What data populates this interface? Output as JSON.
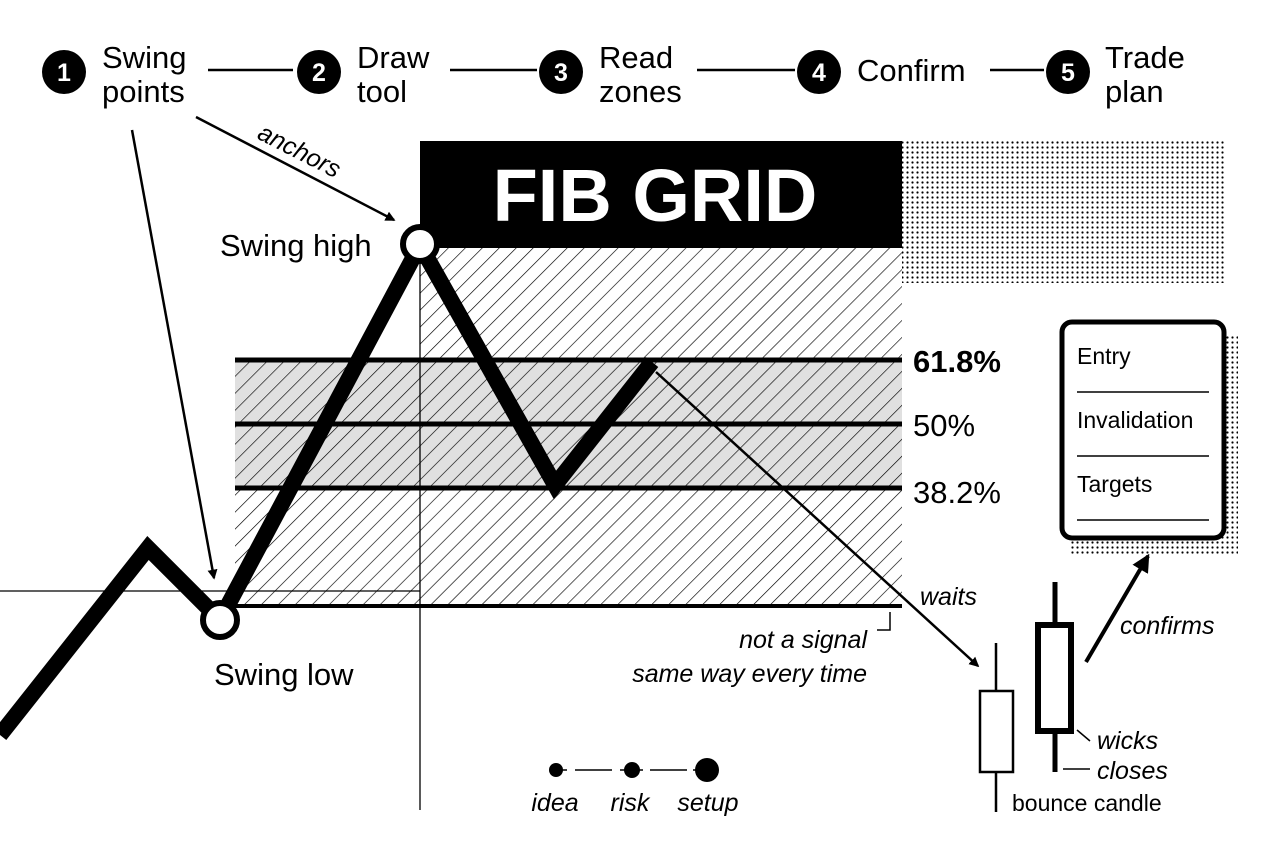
{
  "steps": [
    {
      "number": "1",
      "line1": "Swing",
      "line2": "points"
    },
    {
      "number": "2",
      "line1": "Draw",
      "line2": "tool"
    },
    {
      "number": "3",
      "line1": "Read",
      "line2": "zones"
    },
    {
      "number": "4",
      "line1": "Confirm",
      "line2": ""
    },
    {
      "number": "5",
      "line1": "Trade",
      "line2": "plan"
    }
  ],
  "title": "FIB GRID",
  "annotations": {
    "anchors": "anchors",
    "swing_high": "Swing high",
    "swing_low": "Swing low",
    "waits": "waits",
    "not_signal_line1": "not a signal",
    "not_signal_line2": "same way every time",
    "confirms": "confirms",
    "wicks": "wicks",
    "closes": "closes",
    "bounce_candle": "bounce candle"
  },
  "levels": {
    "l618": "61.8%",
    "l50": "50%",
    "l382": "38.2%"
  },
  "trade_plan": [
    "Entry",
    "Invalidation",
    "Targets"
  ],
  "legend": [
    "idea",
    "risk",
    "setup"
  ],
  "colors": {
    "ink": "#000000",
    "paper": "#ffffff",
    "zone_fill": "#e0e0e0"
  }
}
